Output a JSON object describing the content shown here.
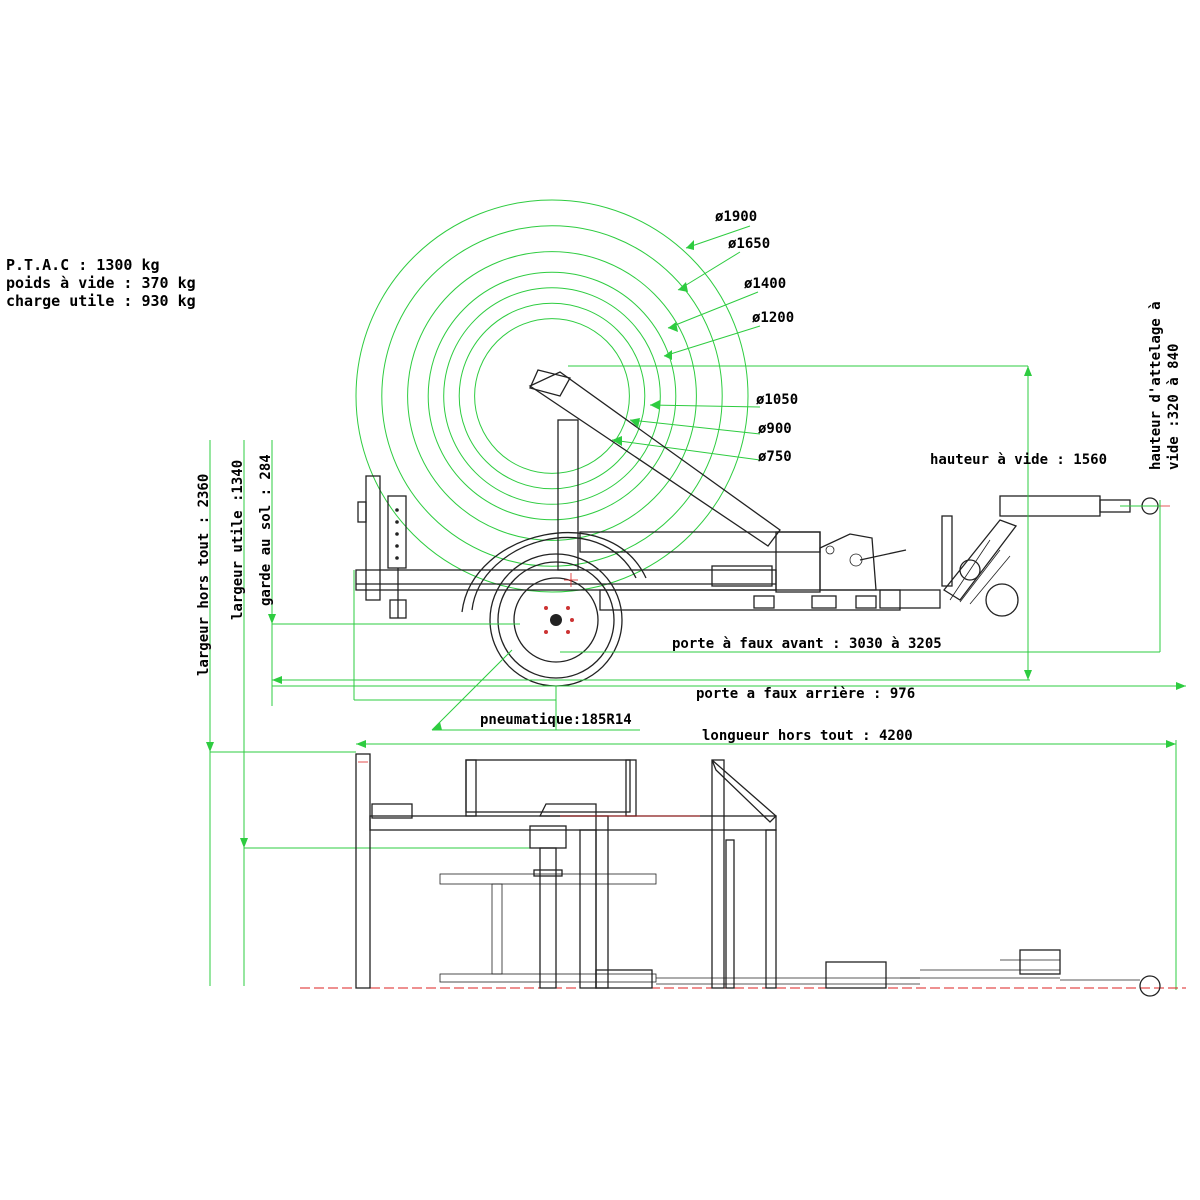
{
  "specs": [
    "P.T.A.C : 1300 kg",
    "poids à vide : 370 kg",
    "charge utile : 930 kg"
  ],
  "reel_diameters": [
    {
      "label": "ø1900",
      "d": 1900
    },
    {
      "label": "ø1650",
      "d": 1650
    },
    {
      "label": "ø1400",
      "d": 1400
    },
    {
      "label": "ø1200",
      "d": 1200
    },
    {
      "label": "ø1050",
      "d": 1050
    },
    {
      "label": "ø900",
      "d": 900
    },
    {
      "label": "ø750",
      "d": 750
    }
  ],
  "dimensions": {
    "hauteur_vide": "hauteur à vide : 1560",
    "hauteur_attelage_1": "hauteur d'attelage à",
    "hauteur_attelage_2": "vide :320 à 840",
    "largeur_hors_tout": "largeur hors tout : 2360",
    "largeur_utile": "largeur utile :1340",
    "garde_sol": "garde au sol : 284",
    "porte_faux_avant": "porte à faux avant : 3030 à 3205",
    "porte_faux_arriere": "porte a faux arrière : 976",
    "pneumatique": "pneumatique:185R14",
    "longueur_hors_tout": "longueur hors tout : 4200"
  }
}
